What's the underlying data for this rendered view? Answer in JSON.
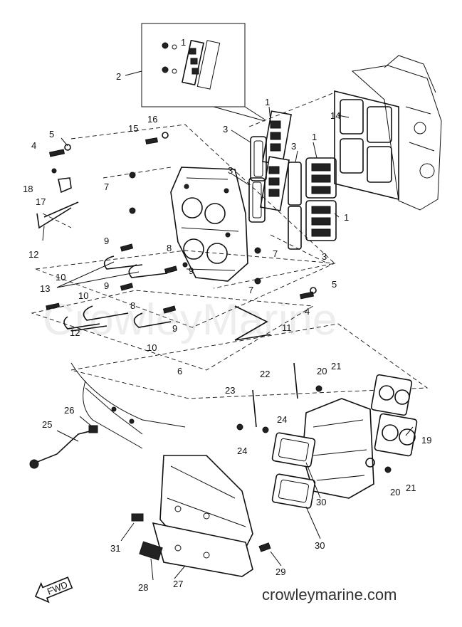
{
  "watermark": "CrowleyMarine",
  "site_url": "crowleymarine.com",
  "fwd_badge": "FWD",
  "callouts": {
    "c1a": "1",
    "c1b": "1",
    "c1c": "1",
    "c1d": "1",
    "c2": "2",
    "c3a": "3",
    "c3b": "3",
    "c3c": "3",
    "c3d": "3",
    "c4a": "4",
    "c4b": "4",
    "c5a": "5",
    "c5b": "5",
    "c6": "6",
    "c7a": "7",
    "c7b": "7",
    "c7c": "7",
    "c8a": "8",
    "c8b": "8",
    "c9a": "9",
    "c9b": "9",
    "c9c": "9",
    "c9d": "9",
    "c10a": "10",
    "c10b": "10",
    "c10c": "10",
    "c11": "11",
    "c12a": "12",
    "c12b": "12",
    "c13": "13",
    "c14": "14",
    "c15": "15",
    "c16": "16",
    "c17": "17",
    "c18": "18",
    "c19": "19",
    "c20a": "20",
    "c20b": "20",
    "c21a": "21",
    "c21b": "21",
    "c22": "22",
    "c23": "23",
    "c24a": "24",
    "c24b": "24",
    "c25": "25",
    "c26": "26",
    "c27": "27",
    "c28": "28",
    "c29": "29",
    "c30a": "30",
    "c30b": "30",
    "c31": "31"
  }
}
